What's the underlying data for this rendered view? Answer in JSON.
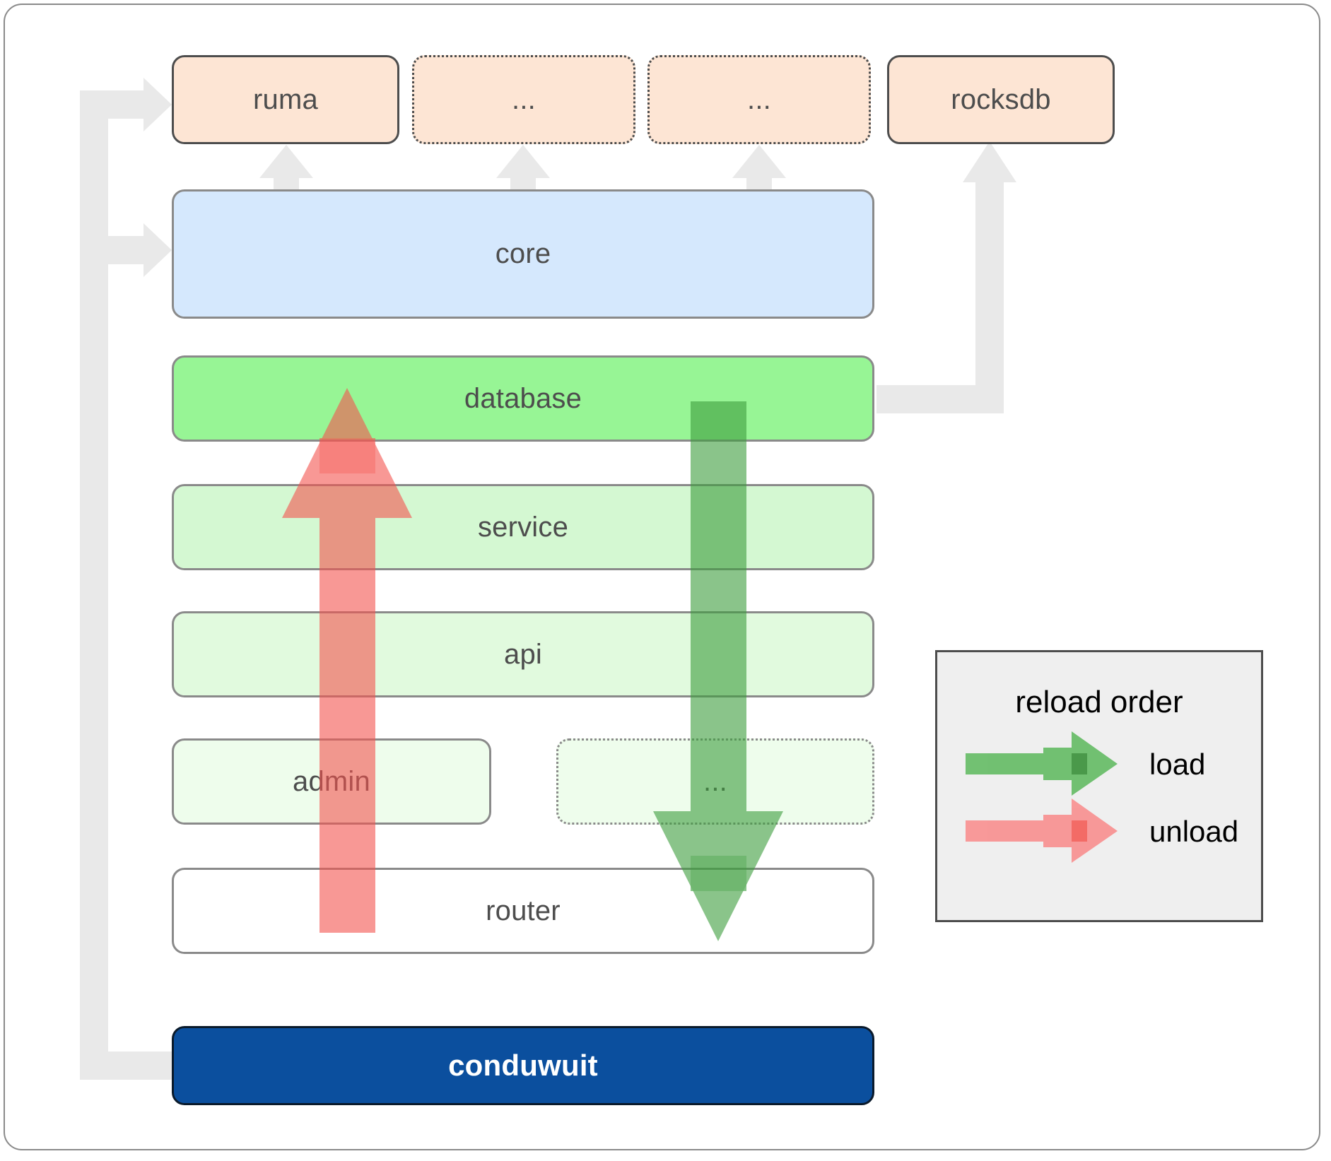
{
  "diagram": {
    "title": "conduwuit module reload order architecture",
    "dependencies": [
      {
        "id": "ruma",
        "label": "ruma",
        "style": "solid"
      },
      {
        "id": "dep2",
        "label": "...",
        "style": "dotted"
      },
      {
        "id": "dep3",
        "label": "...",
        "style": "dotted"
      },
      {
        "id": "rocksdb",
        "label": "rocksdb",
        "style": "solid"
      }
    ],
    "core": {
      "id": "core",
      "label": "core",
      "color": "#d5e8fd"
    },
    "layers": [
      {
        "id": "database",
        "label": "database",
        "color": "#97f595",
        "style": "solid"
      },
      {
        "id": "service",
        "label": "service",
        "color": "#d4f8d2",
        "style": "solid"
      },
      {
        "id": "api",
        "label": "api",
        "color": "#e1fade",
        "style": "solid"
      },
      {
        "id": "admin",
        "label": "admin",
        "color": "#eefdec",
        "style": "solid"
      },
      {
        "id": "more",
        "label": "...",
        "color": "#eefdec",
        "style": "dotted"
      },
      {
        "id": "router",
        "label": "router",
        "color": "#ffffff",
        "style": "solid"
      }
    ],
    "app": {
      "id": "conduwuit",
      "label": "conduwuit",
      "color": "#0b4f9e",
      "text_color": "#ffffff"
    },
    "legend": {
      "title": "reload order",
      "items": [
        {
          "id": "load",
          "label": "load",
          "color": "#5cb85c"
        },
        {
          "id": "unload",
          "label": "unload",
          "color": "#f98a8a"
        }
      ]
    },
    "arrows": {
      "load": {
        "label": "load",
        "direction": "down",
        "color": "#3d9e3d"
      },
      "unload": {
        "label": "unload",
        "direction": "up",
        "color": "#f4554f"
      }
    },
    "colors": {
      "dependency_fill": "#fde5d4",
      "dependency_stroke": "#4d4d4d",
      "core_fill": "#d5e8fd",
      "layer_stroke": "#8a8a8a",
      "connector": "#e9e9e9",
      "app_fill": "#0b4f9e",
      "legend_fill": "#efefef",
      "legend_stroke": "#4d4d4d",
      "text": "#4d4d4d"
    }
  }
}
